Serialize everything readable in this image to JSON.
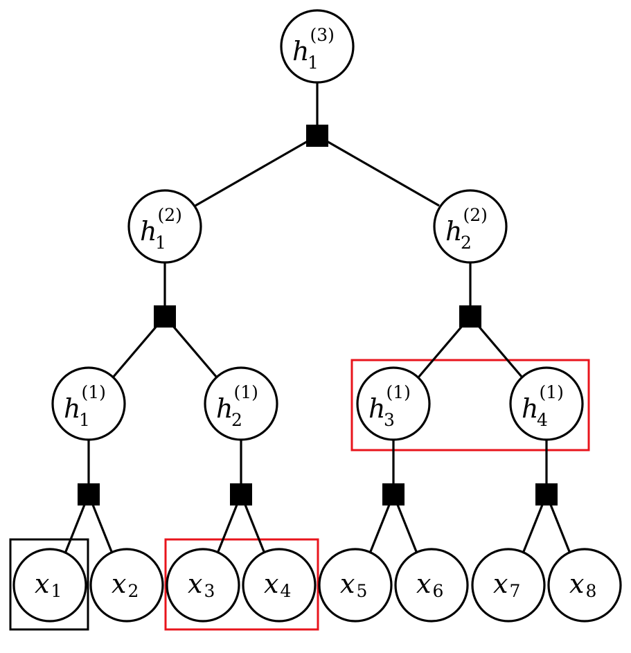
{
  "nodes": {
    "h3_1": {
      "var": "h",
      "sub": "1",
      "sup": "(3)"
    },
    "h2_1": {
      "var": "h",
      "sub": "1",
      "sup": "(2)"
    },
    "h2_2": {
      "var": "h",
      "sub": "2",
      "sup": "(2)"
    },
    "h1_1": {
      "var": "h",
      "sub": "1",
      "sup": "(1)"
    },
    "h1_2": {
      "var": "h",
      "sub": "2",
      "sup": "(1)"
    },
    "h1_3": {
      "var": "h",
      "sub": "3",
      "sup": "(1)"
    },
    "h1_4": {
      "var": "h",
      "sub": "4",
      "sup": "(1)"
    },
    "x1": {
      "var": "x",
      "sub": "1"
    },
    "x2": {
      "var": "x",
      "sub": "2"
    },
    "x3": {
      "var": "x",
      "sub": "3"
    },
    "x4": {
      "var": "x",
      "sub": "4"
    },
    "x5": {
      "var": "x",
      "sub": "5"
    },
    "x6": {
      "var": "x",
      "sub": "6"
    },
    "x7": {
      "var": "x",
      "sub": "7"
    },
    "x8": {
      "var": "x",
      "sub": "8"
    }
  },
  "colors": {
    "highlight_red": "#e8141c",
    "highlight_black": "#000000",
    "factor_fill": "#000000"
  }
}
